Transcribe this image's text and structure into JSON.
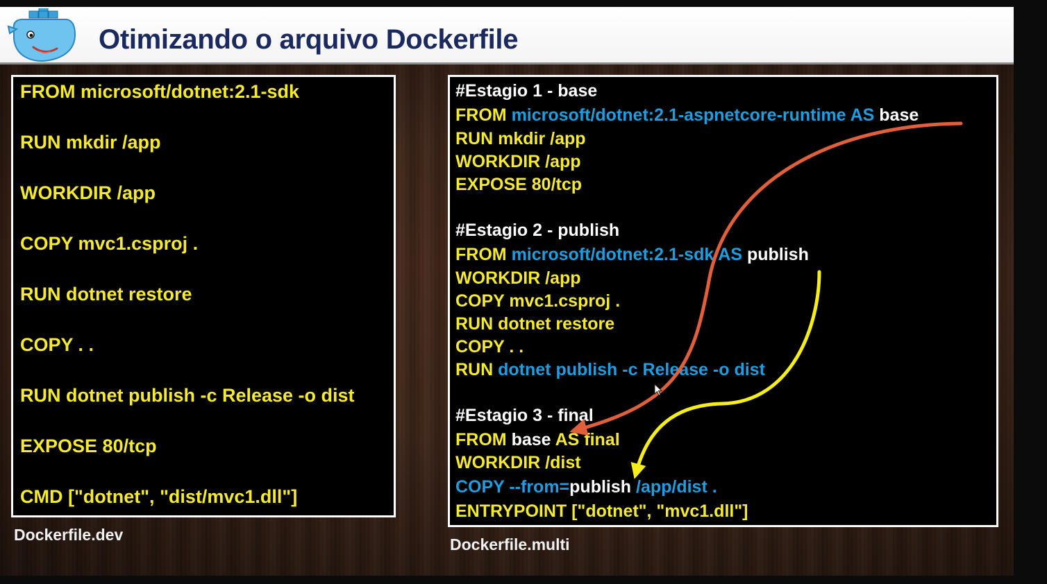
{
  "title": "Otimizando o arquivo Dockerfile",
  "left_panel": {
    "caption": "Dockerfile.dev",
    "lines": [
      "FROM microsoft/dotnet:2.1-sdk",
      "RUN mkdir /app",
      "WORKDIR /app",
      "COPY mvc1.csproj .",
      "RUN dotnet restore",
      "COPY . .",
      "RUN dotnet publish -c Release -o dist",
      "EXPOSE 80/tcp",
      "CMD [\"dotnet\", \"dist/mvc1.dll\"]"
    ]
  },
  "right_panel": {
    "caption": "Dockerfile.multi",
    "stage1": {
      "comment": "#Estagio 1 - base",
      "from_kw": "FROM",
      "from_image": "microsoft/dotnet:2.1-aspnetcore-runtime AS",
      "from_alias": "base",
      "l1": "RUN mkdir /app",
      "l2": "WORKDIR /app",
      "l3": "EXPOSE 80/tcp"
    },
    "stage2": {
      "comment": "#Estagio 2 - publish",
      "from_kw": "FROM",
      "from_image": "microsoft/dotnet:2.1-sdk AS",
      "from_alias": "publish",
      "l1": "WORKDIR /app",
      "l2": "COPY mvc1.csproj .",
      "l3": "RUN dotnet restore",
      "l4": "COPY . .",
      "run_kw": "RUN",
      "run_cmd": "dotnet publish -c Release -o dist"
    },
    "stage3": {
      "comment": "#Estagio 3 - final",
      "from_kw": "FROM",
      "from_base": "base",
      "from_as": "AS final",
      "l1": "WORKDIR /dist",
      "copy_kw": "COPY --from=",
      "copy_src": "publish",
      "copy_path": "/app/dist .",
      "entry": "ENTRYPOINT [\"dotnet\", \"mvc1.dll\"]"
    }
  },
  "colors": {
    "code_yellow": "#f5ea2e",
    "code_blue": "#1e9ee0",
    "title_navy": "#1b2a5e",
    "arrow_orange": "#e0603c",
    "arrow_yellow": "#f5ee1a"
  },
  "icons": [
    "docker-whale-logo",
    "mouse-cursor-icon"
  ]
}
